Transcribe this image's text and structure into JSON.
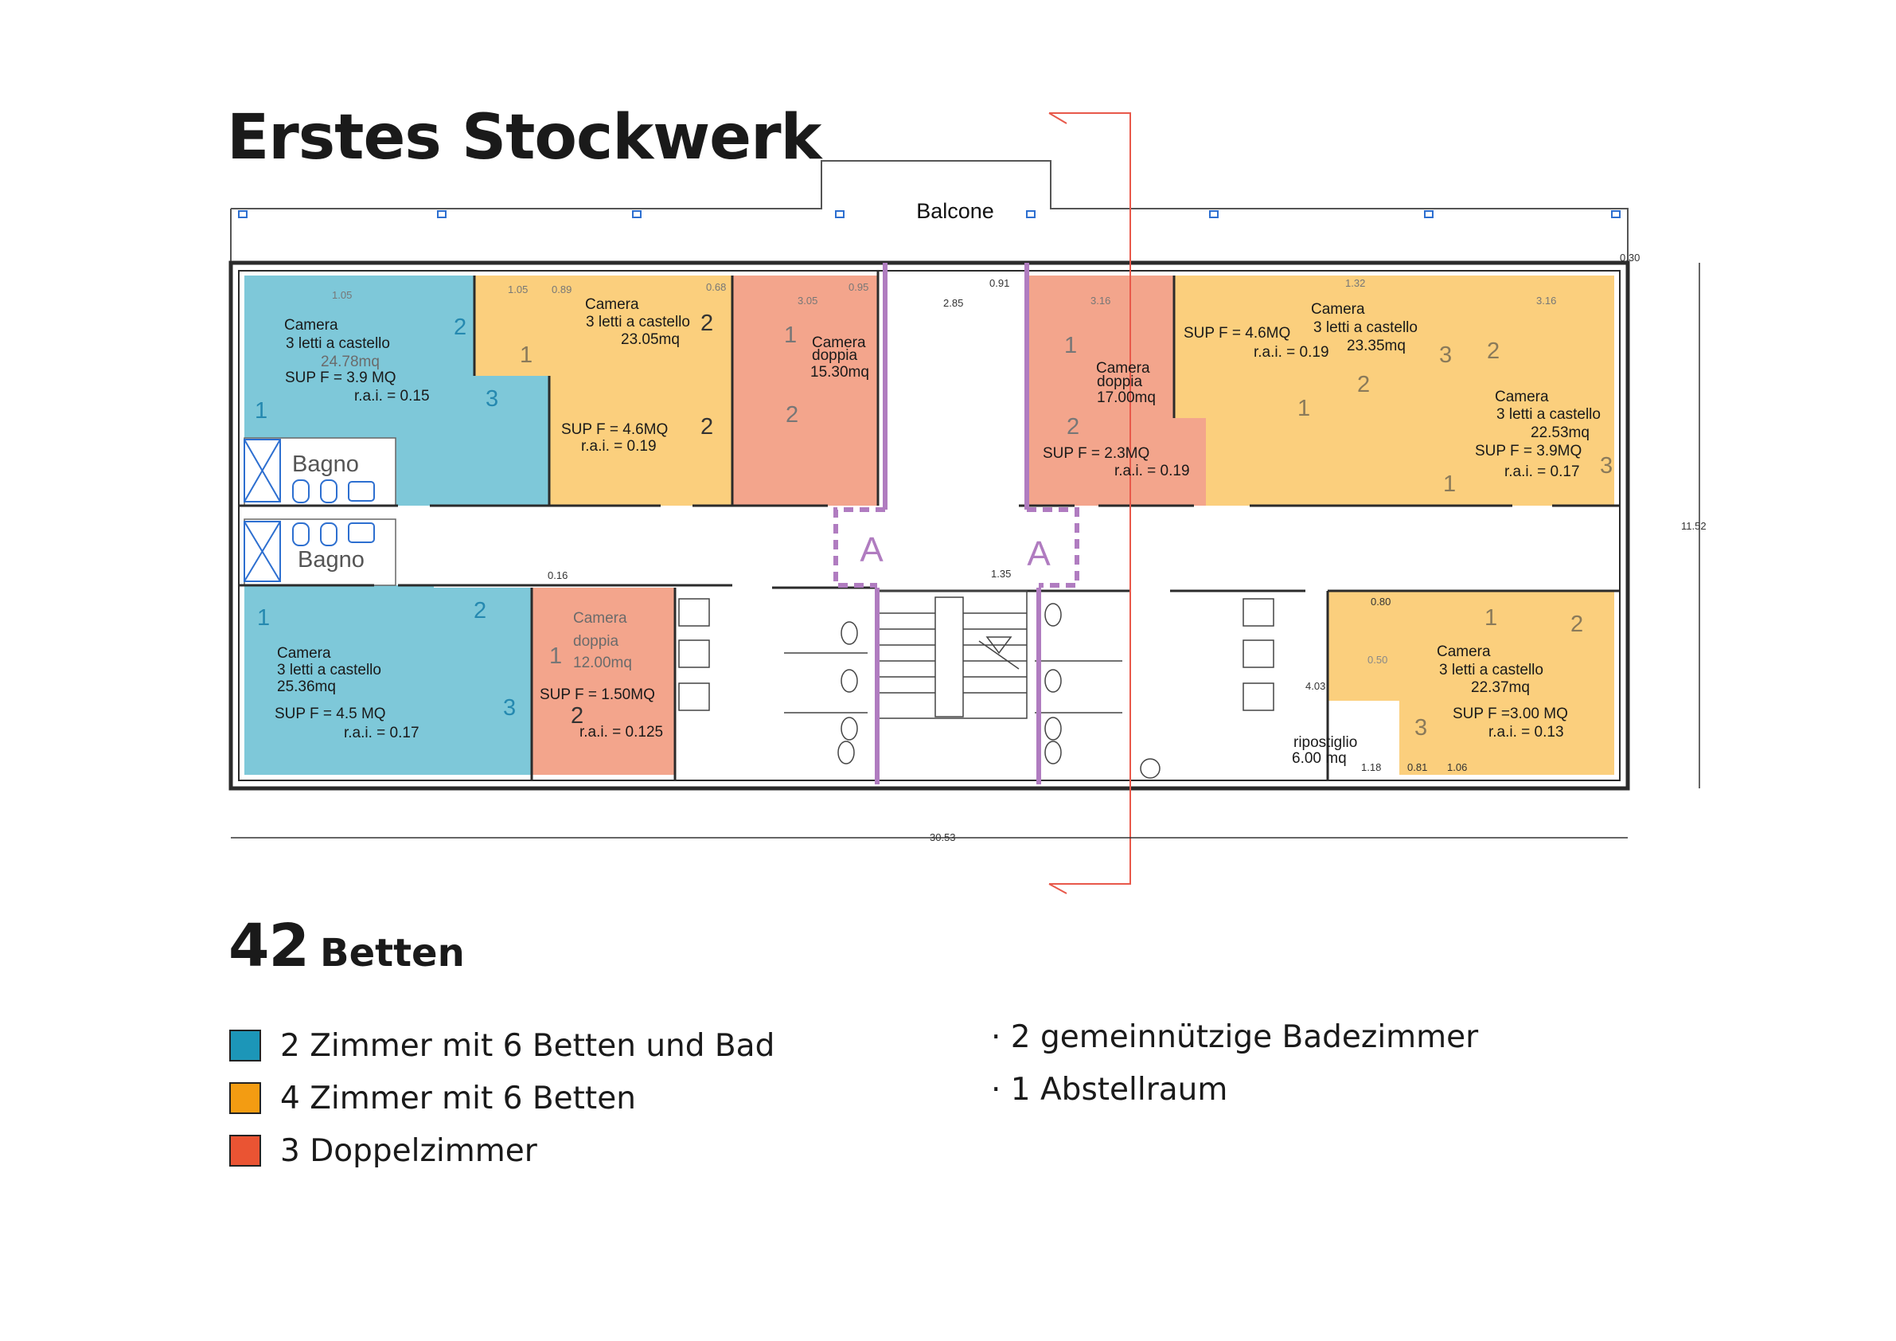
{
  "title": "Erstes Stockwerk",
  "colors": {
    "blue": "#7ec8d9",
    "orange": "#fbcf7d",
    "red": "#f3a58c",
    "purple": "#b07cc0",
    "legend_blue": "#1c96b8",
    "legend_orange": "#f39c12",
    "legend_red": "#ea5433"
  },
  "plan": {
    "balcone": "Balcone",
    "rooms": {
      "r1": {
        "name": "Camera",
        "type": "3 letti a castello",
        "area": "24.78mq",
        "sup": "SUP F = 3.9 MQ",
        "rai": "r.a.i. = 0.15"
      },
      "r2": {
        "name": "Camera",
        "type": "3 letti a castello",
        "area": "23.05mq",
        "sup": "SUP F = 4.6MQ",
        "rai": "r.a.i. = 0.19"
      },
      "r3": {
        "name": "Camera",
        "type": "doppia",
        "area": "15.30mq"
      },
      "r4": {
        "name": "Camera",
        "type": "doppia",
        "area": "17.00mq",
        "sup": "SUP F = 2.3MQ",
        "rai": "r.a.i. = 0.19"
      },
      "r5": {
        "name": "Camera",
        "type": "3 letti a castello",
        "area": "23.35mq",
        "sup": "SUP F = 4.6MQ",
        "rai": "r.a.i. = 0.19"
      },
      "r6": {
        "name": "Camera",
        "type": "3 letti a castello",
        "area": "22.53mq",
        "sup": "SUP F = 3.9MQ",
        "rai": "r.a.i. = 0.17"
      },
      "r7": {
        "name": "Camera",
        "type": "3 letti a castello",
        "area": "25.36mq",
        "sup": "SUP F = 4.5 MQ",
        "rai": "r.a.i. = 0.17"
      },
      "r8": {
        "name": "Camera",
        "type": "doppia",
        "area": "12.00mq",
        "sup": "SUP F = 1.50MQ",
        "rai": "r.a.i. = 0.125"
      },
      "r9": {
        "name": "Camera",
        "type": "3 letti a castello",
        "area": "22.37mq",
        "sup": "SUP F =3.00 MQ",
        "rai": "r.a.i. = 0.13"
      }
    },
    "bagno": "Bagno",
    "ripostiglio": {
      "name": "ripostiglio",
      "area": "6.00 mq"
    },
    "section_mark": "A",
    "dims": {
      "total_width": "30.53",
      "total_height": "11.52",
      "d285": "2.85",
      "d135": "1.35",
      "d091": "0.91",
      "d030": "0.30",
      "d016": "0.16",
      "d403": "4.03",
      "d118": "1.18",
      "d081": "0.81",
      "d106": "1.06",
      "d080": "0.80",
      "d050": "0.50",
      "d305": "3.05",
      "d095": "0.95",
      "d316": "3.16",
      "d132": "1.32",
      "d105": "1.05",
      "d089": "0.89",
      "d068": "0.68"
    }
  },
  "summary": {
    "beds_count": "42",
    "beds_label": "Betten"
  },
  "legend": [
    {
      "label": "2 Zimmer mit 6 Betten und Bad",
      "color": "#1c96b8"
    },
    {
      "label": "4 Zimmer mit 6 Betten",
      "color": "#f39c12"
    },
    {
      "label": "3 Doppelzimmer",
      "color": "#ea5433"
    }
  ],
  "notes": [
    "· 2 gemeinnützige Badezimmer",
    "· 1 Abstellraum"
  ]
}
